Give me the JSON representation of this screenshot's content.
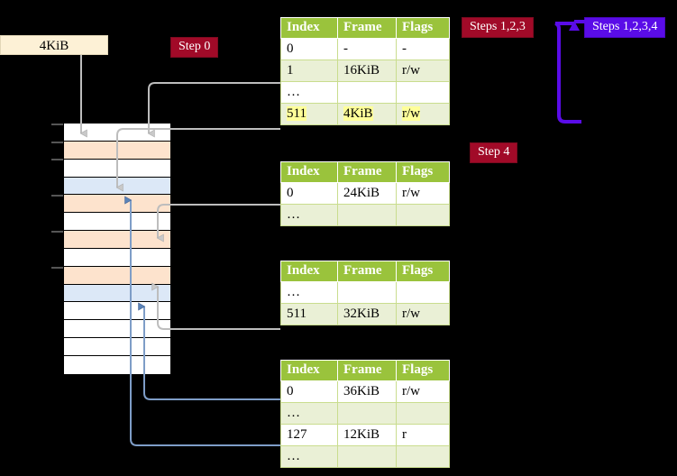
{
  "diagram": {
    "title": "Multi-level page table walk",
    "background_color": "#000000",
    "accent_green": "#9ac33c",
    "accent_crimson": "#a10a28",
    "accent_violet": "#5a0ce8",
    "wire_gray": "#b3b3b3",
    "wire_blue": "#7e9dc7"
  },
  "size_box": {
    "label": "4KiB"
  },
  "badges": {
    "step0": "Step 0",
    "steps123": "Steps 1,2,3",
    "steps1234": "Steps 1,2,3,4",
    "step4": "Step 4"
  },
  "memory": {
    "rows": [
      {
        "fill": "white"
      },
      {
        "fill": "peach"
      },
      {
        "fill": "white"
      },
      {
        "fill": "blue"
      },
      {
        "fill": "peach"
      },
      {
        "fill": "white"
      },
      {
        "fill": "peach"
      },
      {
        "fill": "white"
      },
      {
        "fill": "peach"
      },
      {
        "fill": "blue"
      },
      {
        "fill": "white"
      },
      {
        "fill": "white"
      },
      {
        "fill": "white"
      },
      {
        "fill": "white"
      }
    ]
  },
  "tables": [
    {
      "name": "level-1-table",
      "columns": [
        "Index",
        "Frame",
        "Flags"
      ],
      "rows": [
        {
          "style": "plain",
          "index": "0",
          "frame": "-",
          "flags": "-",
          "highlight": false
        },
        {
          "style": "alt",
          "index": "1",
          "frame": "16KiB",
          "flags": "r/w",
          "highlight": false
        },
        {
          "style": "plain",
          "index": "…",
          "frame": "",
          "flags": "",
          "highlight": false
        },
        {
          "style": "alt",
          "index": "511",
          "frame": "4KiB",
          "flags": "r/w",
          "highlight": true
        }
      ]
    },
    {
      "name": "level-2-table",
      "columns": [
        "Index",
        "Frame",
        "Flags"
      ],
      "rows": [
        {
          "style": "plain",
          "index": "0",
          "frame": "24KiB",
          "flags": "r/w",
          "highlight": false
        },
        {
          "style": "alt",
          "index": "…",
          "frame": "",
          "flags": "",
          "highlight": false
        }
      ]
    },
    {
      "name": "level-3-table",
      "columns": [
        "Index",
        "Frame",
        "Flags"
      ],
      "rows": [
        {
          "style": "plain",
          "index": "…",
          "frame": "",
          "flags": "",
          "highlight": false
        },
        {
          "style": "alt",
          "index": "511",
          "frame": "32KiB",
          "flags": "r/w",
          "highlight": false
        }
      ]
    },
    {
      "name": "level-4-table",
      "columns": [
        "Index",
        "Frame",
        "Flags"
      ],
      "rows": [
        {
          "style": "plain",
          "index": "0",
          "frame": "36KiB",
          "flags": "r/w",
          "highlight": false
        },
        {
          "style": "alt",
          "index": "…",
          "frame": "",
          "flags": "",
          "highlight": false
        },
        {
          "style": "plain",
          "index": "127",
          "frame": "12KiB",
          "flags": "r",
          "highlight": false
        },
        {
          "style": "alt",
          "index": "…",
          "frame": "",
          "flags": "",
          "highlight": false
        }
      ]
    }
  ]
}
